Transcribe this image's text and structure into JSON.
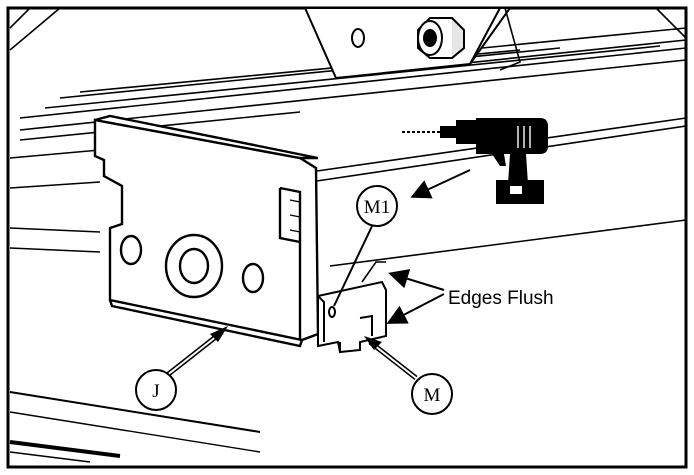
{
  "callouts": {
    "m1": "M1",
    "j": "J",
    "m": "M"
  },
  "note": "Edges Flush",
  "icons": {
    "tool": "power-drill-icon"
  },
  "colors": {
    "line": "#000000",
    "background": "#ffffff",
    "shade": "#f2f2f2"
  }
}
